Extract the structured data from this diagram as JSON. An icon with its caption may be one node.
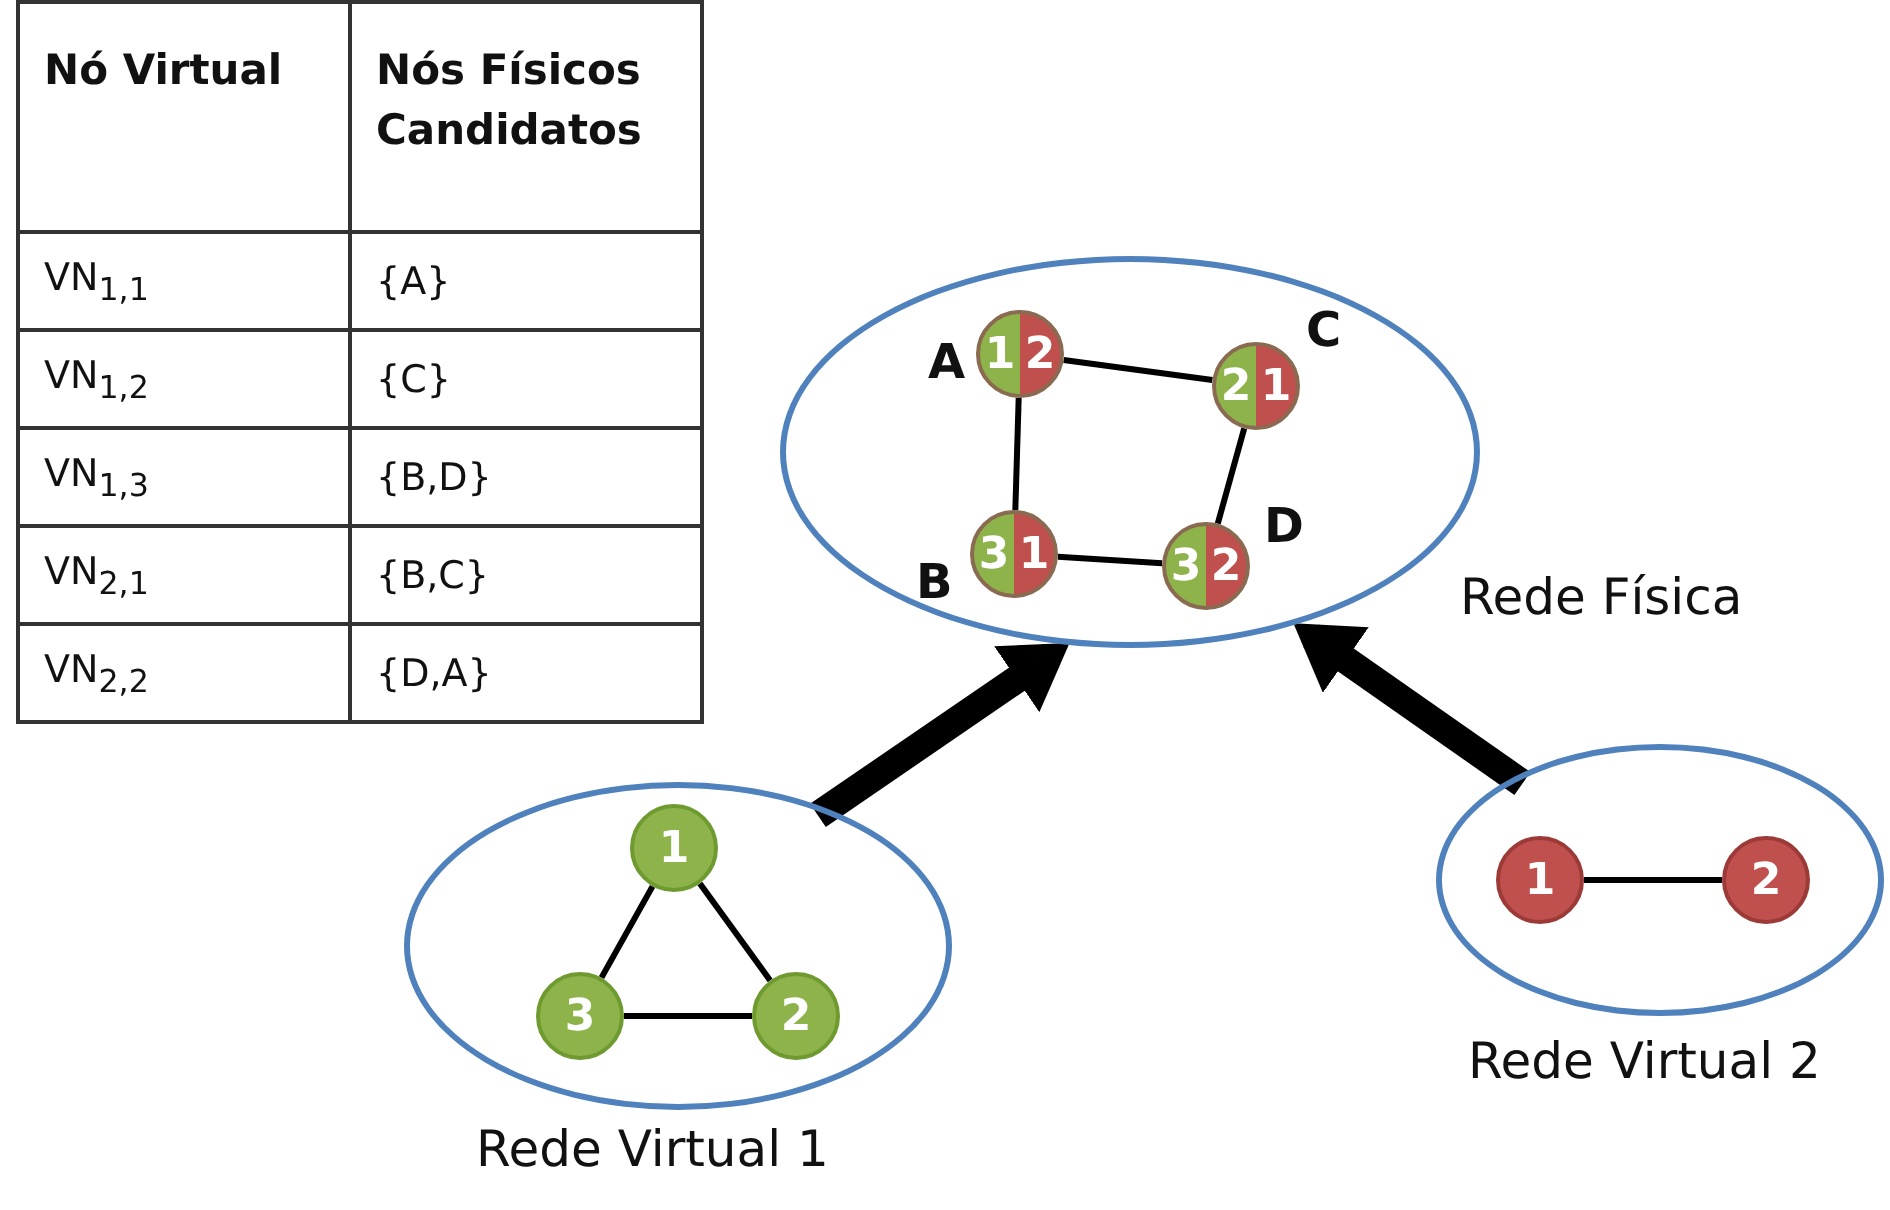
{
  "diagram": {
    "nodes": [
      {
        "text": [
          "Rede Física"
        ]
      },
      {
        "text": [
          "1",
          "2"
        ],
        "in": 0,
        "beside": [
          "A"
        ]
      },
      {
        "text": [
          "2",
          "1"
        ],
        "in": 0,
        "beside": [
          "C"
        ]
      },
      {
        "text": [
          "3",
          "1"
        ],
        "in": 0,
        "beside": [
          "B"
        ]
      },
      {
        "text": [
          "3",
          "2"
        ],
        "in": 0,
        "beside": [
          "D"
        ]
      },
      {
        "text": [
          "Rede Virtual 1"
        ]
      },
      {
        "text": [
          "1"
        ],
        "in": 5
      },
      {
        "text": [
          "3"
        ],
        "in": 5
      },
      {
        "text": [
          "2"
        ],
        "in": 5
      },
      {
        "text": [
          "Rede Virtual 2"
        ]
      },
      {
        "text": [
          "1"
        ],
        "in": 9
      },
      {
        "text": [
          "2"
        ],
        "in": 9
      }
    ],
    "edges": [
      {
        "from": 1,
        "to": 2,
        "arrow": "none"
      },
      {
        "from": 1,
        "to": 3,
        "arrow": "none"
      },
      {
        "from": 2,
        "to": 4,
        "arrow": "none"
      },
      {
        "from": 3,
        "to": 4,
        "arrow": "none"
      },
      {
        "from": 6,
        "to": 7,
        "arrow": "none"
      },
      {
        "from": 6,
        "to": 8,
        "arrow": "none"
      },
      {
        "from": 7,
        "to": 8,
        "arrow": "none"
      },
      {
        "from": 10,
        "to": 11,
        "arrow": "none"
      },
      {
        "from": 5,
        "to": 0,
        "arrow": "to",
        "style": "thick"
      },
      {
        "from": 9,
        "to": 0,
        "arrow": "to",
        "style": "thick"
      }
    ],
    "labels": [
      "Nó Virtual",
      "Nós Físicos Candidatos",
      "VN$_{1,1}$",
      "{A}",
      "VN$_{1,2}$",
      "{C}",
      "VN$_{1,3}$",
      "{B,D}",
      "VN$_{2,1}$",
      "{B,C}",
      "VN$_{2,2}$",
      "{D,A}"
    ]
  }
}
